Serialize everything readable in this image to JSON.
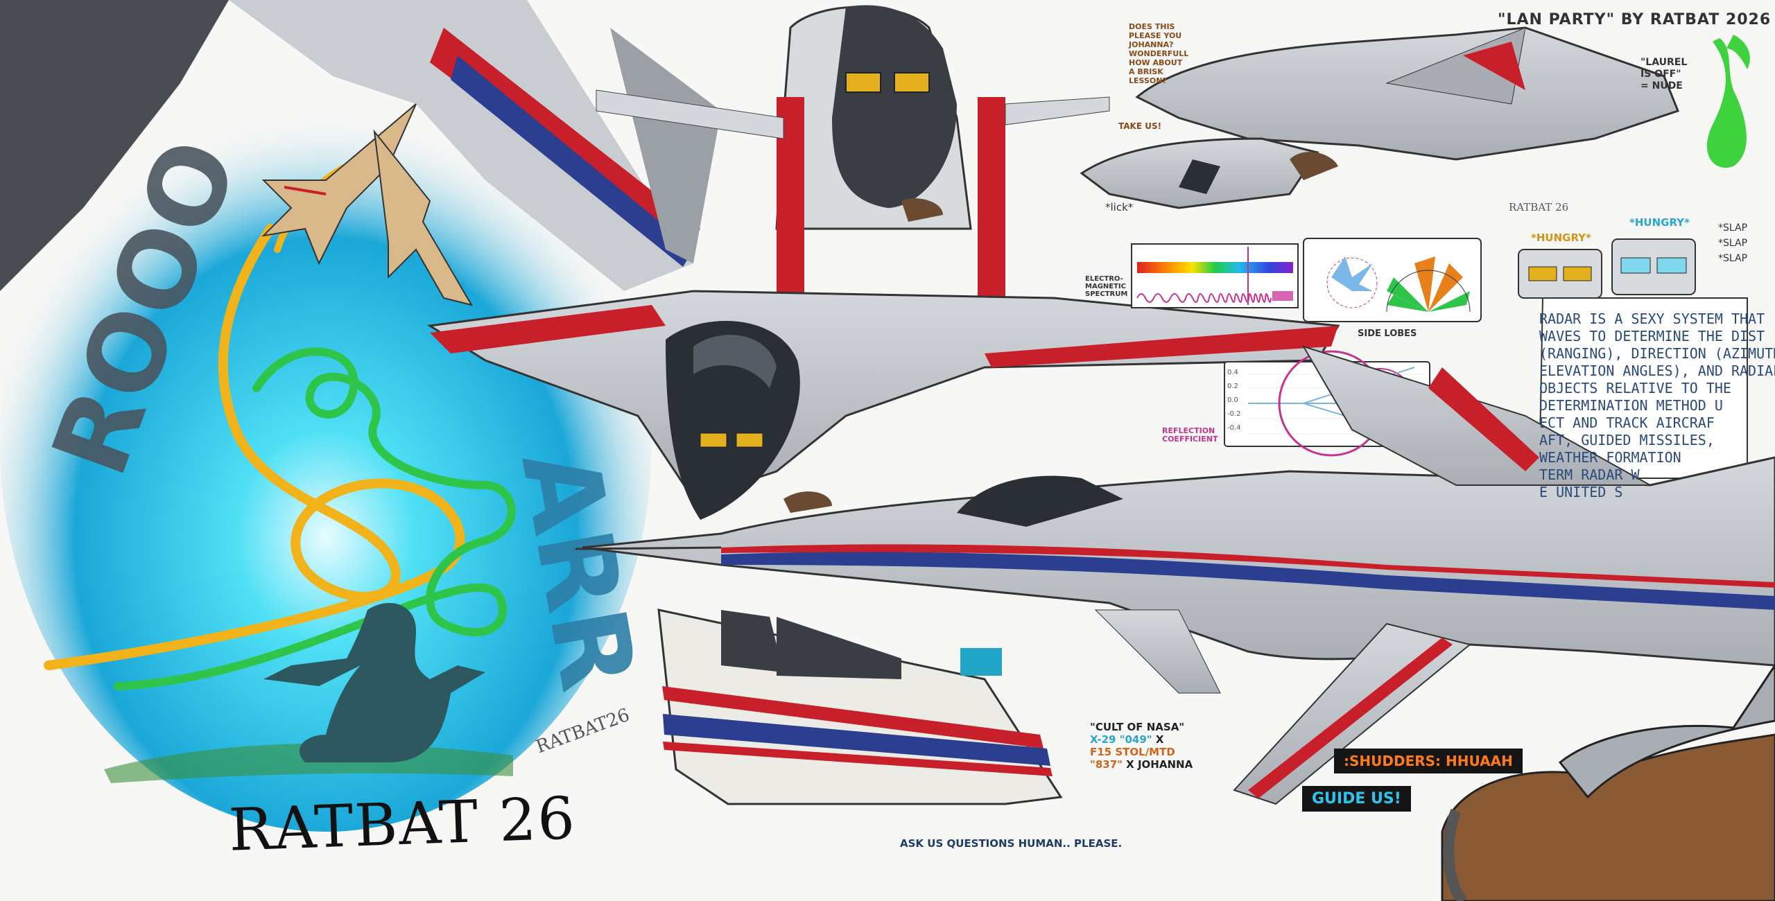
{
  "title": "\"LAN PARTY\" BY RATBAT 2026",
  "signature": "RATBAT 26",
  "small_signatures": [
    "RATBAT26",
    "RATBAT 26"
  ],
  "sfx": {
    "left": "ROOO",
    "right": "ARR"
  },
  "notes": {
    "brisk_lesson": [
      "DOES THIS",
      "PLEASE YOU",
      "JOHANNA?",
      "WONDERFULL",
      "HOW ABOUT",
      "A BRISK",
      "LESSON?"
    ],
    "take_us": "TAKE US!",
    "lick": "*lick*",
    "laurel": [
      "\"LAUREL",
      "IS OFF\"",
      "= NUDE"
    ],
    "electromagnetic": [
      "ELECTRO-",
      "MAGNETIC",
      "SPECTRUM"
    ],
    "side_lobes": "SIDE LOBES",
    "reflection": [
      "REFLECTION",
      "COEFFICIENT"
    ],
    "hungry_left": "*HUNGRY*",
    "hungry_right": "*HUNGRY*",
    "slap": [
      "*SLAP",
      "*SLAP",
      "*SLAP"
    ],
    "ask_us": "ASK US QUESTIONS HUMAN.. PLEASE.",
    "shudders": ":SHUDDERS: HHUAAH",
    "guide_us": "GUIDE US!"
  },
  "radar_text": [
    "RADAR IS A SEXY SYSTEM THAT",
    "WAVES TO DETERMINE THE DIST",
    "(RANGING), DIRECTION (AZIMUTH",
    "ELEVATION ANGLES), AND RADIAL",
    "OBJECTS RELATIVE TO THE",
    "DETERMINATION METHOD U",
    "ECT AND TRACK AIRCRAF",
    "AFT, GUIDED MISSILES,",
    "WEATHER FORMATION",
    "TERM RADAR W",
    "E UNITED S"
  ],
  "credits": {
    "line1": "\"CULT OF NASA\"",
    "line2a": "X-29 \"049\"",
    "line2b": " X",
    "line3": "F15 STOL/MTD",
    "line4a": "\"837\"",
    "line4b": " X JOHANNA"
  },
  "smith_chart_ticks": [
    "0.4",
    "0.2",
    "0.0",
    "-0.2",
    "-0.4"
  ],
  "colors": {
    "jet_red": "#c8202a",
    "jet_blue": "#2c3e8f",
    "sky_cyan": "#22c4e8",
    "ribbon_yellow": "#f2b21a",
    "ribbon_green": "#2fc44a",
    "note_brown": "#8a4a1a",
    "radar_blue": "#2b4a7a",
    "magenta": "#c8328f",
    "orange_text": "#d4631a",
    "cyan_text": "#2aa7d0"
  },
  "icons": [
    "jet-icon",
    "radar-lobe-icon",
    "smith-chart-icon",
    "spectrum-bar-icon",
    "laurel-icon"
  ]
}
